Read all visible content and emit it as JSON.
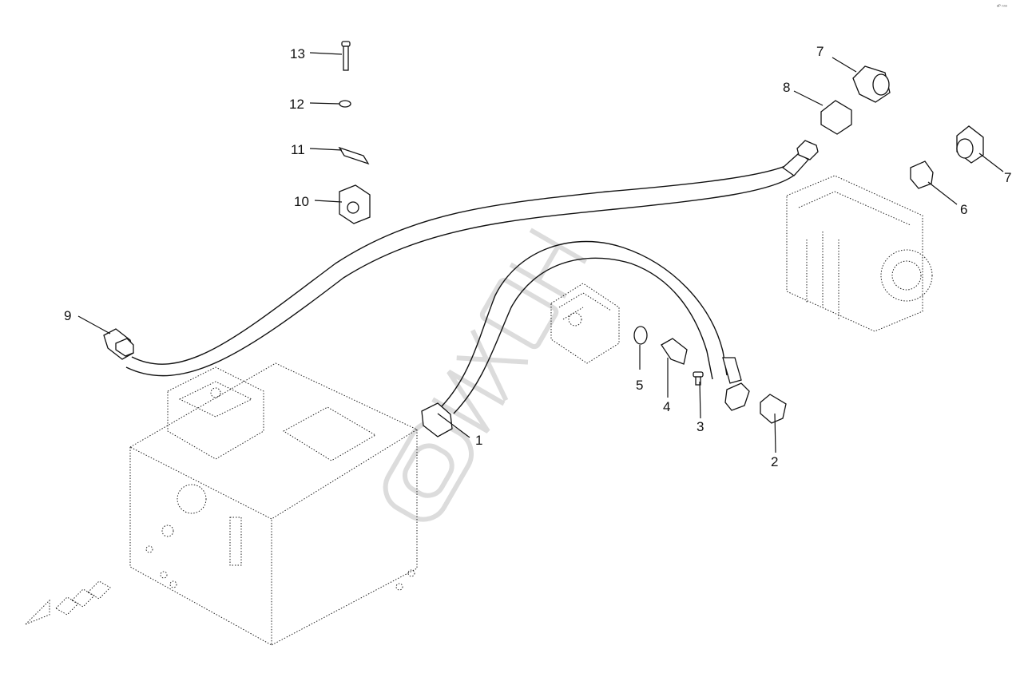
{
  "diagram": {
    "callouts": [
      {
        "id": "c1",
        "label": "1"
      },
      {
        "id": "c2",
        "label": "2"
      },
      {
        "id": "c3",
        "label": "3"
      },
      {
        "id": "c4",
        "label": "4"
      },
      {
        "id": "c5",
        "label": "5"
      },
      {
        "id": "c6",
        "label": "6"
      },
      {
        "id": "c7a",
        "label": "7"
      },
      {
        "id": "c7b",
        "label": "7"
      },
      {
        "id": "c8",
        "label": "8"
      },
      {
        "id": "c9",
        "label": "9"
      },
      {
        "id": "c10",
        "label": "10"
      },
      {
        "id": "c11",
        "label": "11"
      },
      {
        "id": "c12",
        "label": "12"
      },
      {
        "id": "c13",
        "label": "13"
      }
    ],
    "corner_mark": "ᵃᴾ ⁿⁿⁿ",
    "colors": {
      "line": "#111111",
      "watermark": "#9a9a9a",
      "background": "#ffffff"
    }
  }
}
